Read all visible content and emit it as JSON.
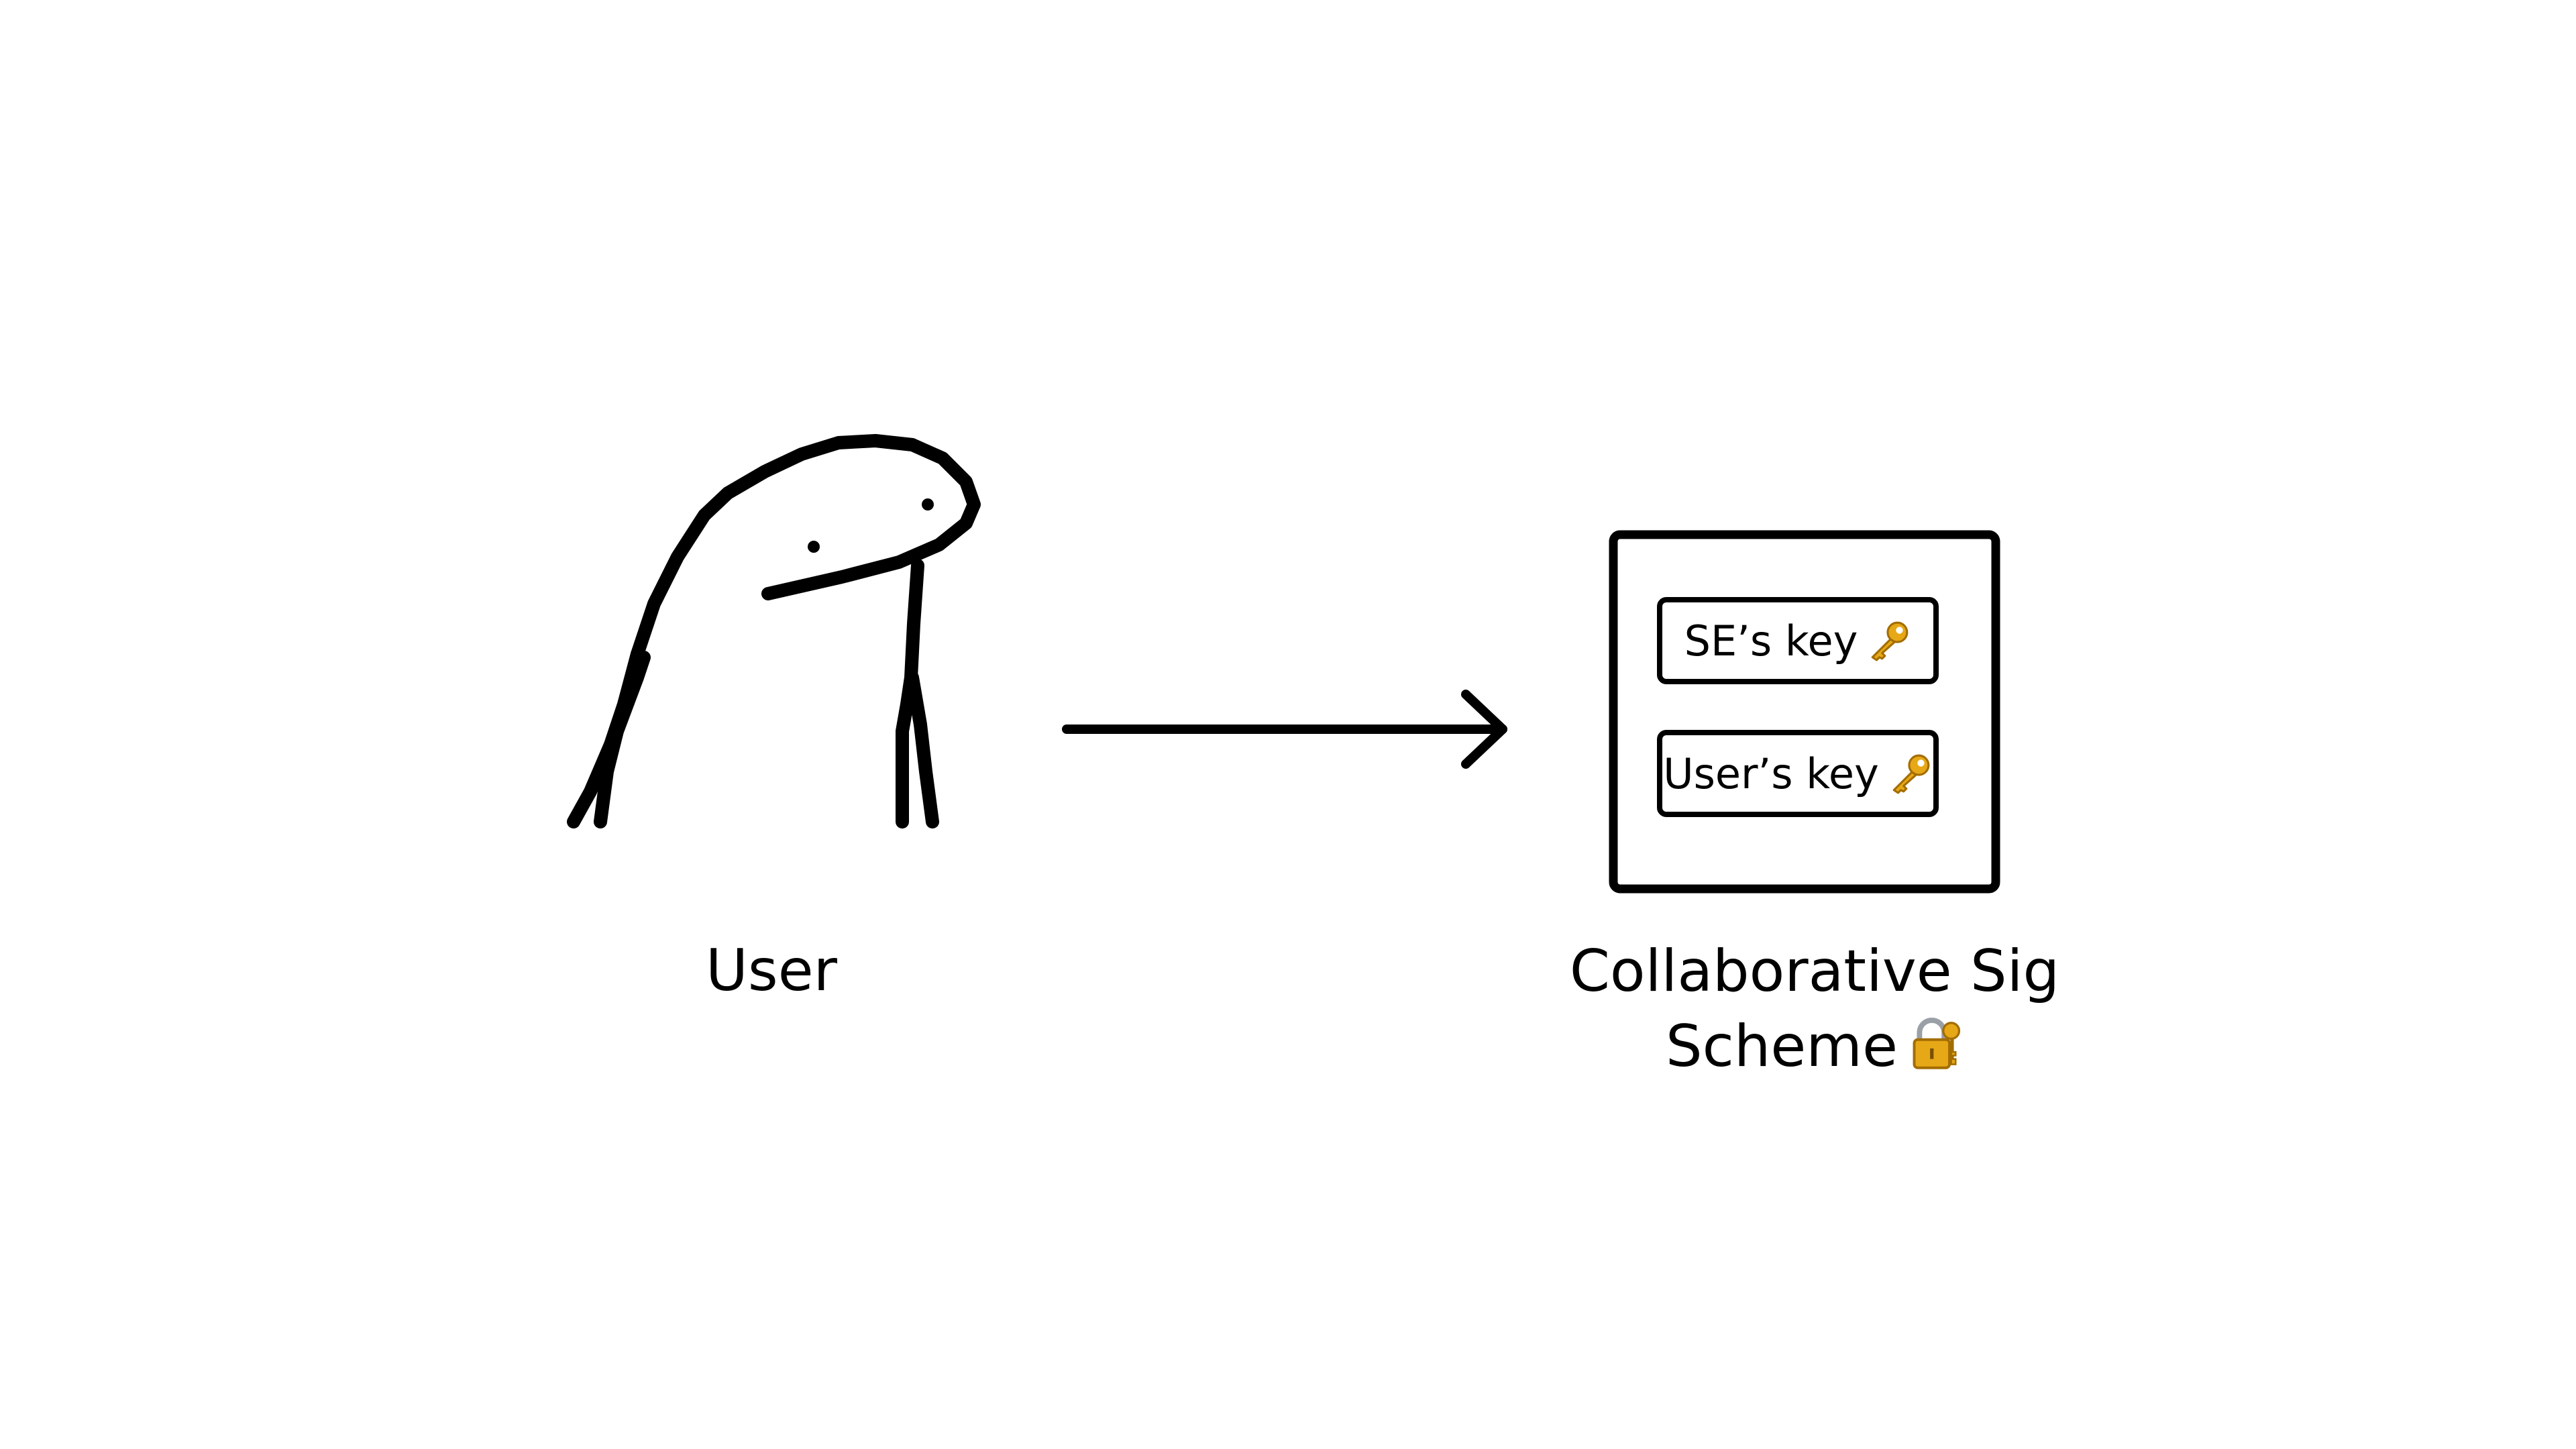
{
  "diagram": {
    "actor": {
      "label": "User"
    },
    "system": {
      "label_line1": "Collaborative Sig",
      "label_line2": "Scheme",
      "label_icon": "lock-with-key-icon",
      "keys": [
        {
          "label": "SE’s key",
          "icon": "key-icon"
        },
        {
          "label": "User’s key",
          "icon": "key-icon"
        }
      ]
    },
    "edge": {
      "from": "User",
      "to": "Collaborative Sig Scheme",
      "style": "arrow"
    },
    "colors": {
      "ink": "#000000",
      "background": "#ffffff",
      "key_gold": "#e6a817"
    }
  }
}
